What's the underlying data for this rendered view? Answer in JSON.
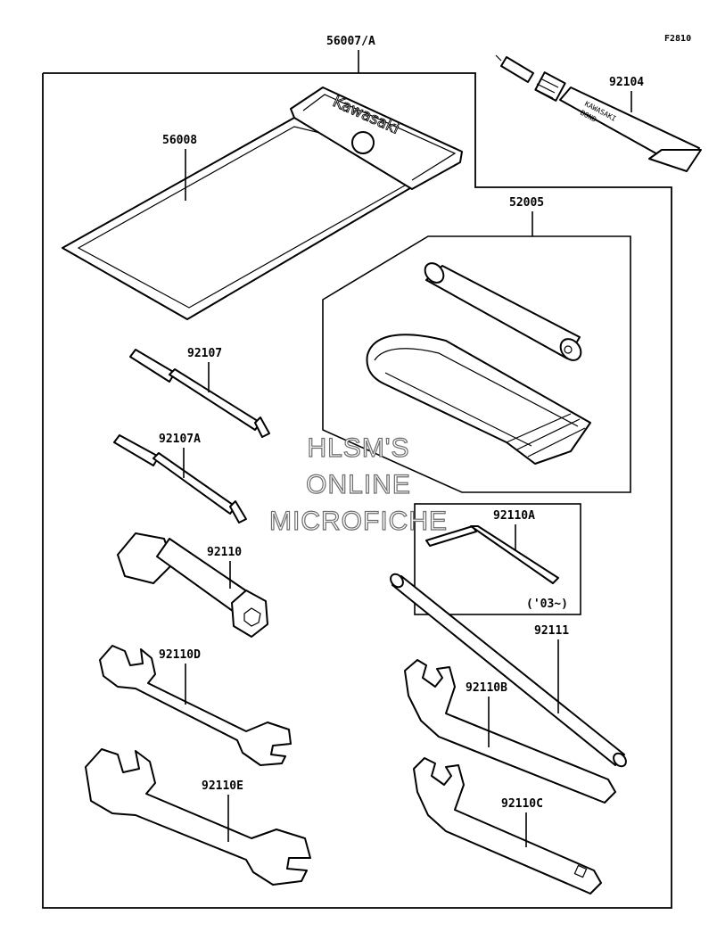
{
  "figure_code": "F2810",
  "kit_number": "56007/A",
  "watermark": [
    "HLSM'S",
    "ONLINE",
    "MICROFICHE"
  ],
  "pouch": {
    "part_number": "56008",
    "brand_text": "Kawasaki"
  },
  "bond": {
    "part_number": "92104",
    "text_line1": "KAWASAKI",
    "text_line2": "BOND"
  },
  "pump_kit": {
    "part_number": "52005"
  },
  "parts": {
    "screwdriver_a": "92107",
    "screwdriver_b": "92107A",
    "socket_wrench": "92110",
    "wrench_small": "92110D",
    "wrench_large": "92110E",
    "hex_key": "92110A",
    "hex_key_note": "('03~)",
    "extension_bar": "92111",
    "hook_wrench_b": "92110B",
    "hook_wrench_c": "92110C"
  }
}
